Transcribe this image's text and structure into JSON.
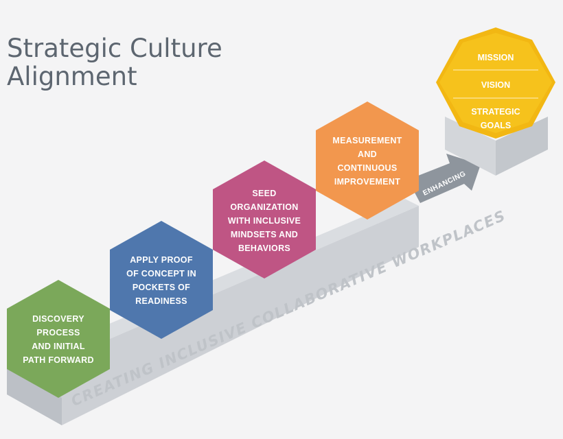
{
  "title": {
    "line1": "Strategic Culture",
    "line2": "Alignment"
  },
  "ramp": {
    "label": "CREATING INCLUSIVE COLLABORATIVE WORKPLACES"
  },
  "arrow": {
    "label": "ENHANCING"
  },
  "steps": [
    {
      "lines": [
        "DISCOVERY",
        "PROCESS",
        "AND INITIAL",
        "PATH FORWARD"
      ],
      "color": "#7ba85a"
    },
    {
      "lines": [
        "APPLY PROOF",
        "OF CONCEPT IN",
        "POCKETS OF",
        "READINESS"
      ],
      "color": "#4f77ad"
    },
    {
      "lines": [
        "SEED",
        "ORGANIZATION",
        "WITH INCLUSIVE",
        "MINDSETS AND",
        "BEHAVIORS"
      ],
      "color": "#bf5584"
    },
    {
      "lines": [
        "MEASUREMENT",
        "AND",
        "CONTINUOUS",
        "IMPROVEMENT"
      ],
      "color": "#f2974e"
    }
  ],
  "goals": {
    "items": [
      {
        "lines": [
          "MISSION"
        ]
      },
      {
        "lines": [
          "VISION"
        ]
      },
      {
        "lines": [
          "STRATEGIC",
          "GOALS"
        ]
      }
    ],
    "color": "#f6c21c"
  },
  "colors": {
    "ramp_top": "#dadde1",
    "ramp_side": "#c7cbd0",
    "arrow": "#8e959d",
    "block_top": "#e3e5e8"
  }
}
